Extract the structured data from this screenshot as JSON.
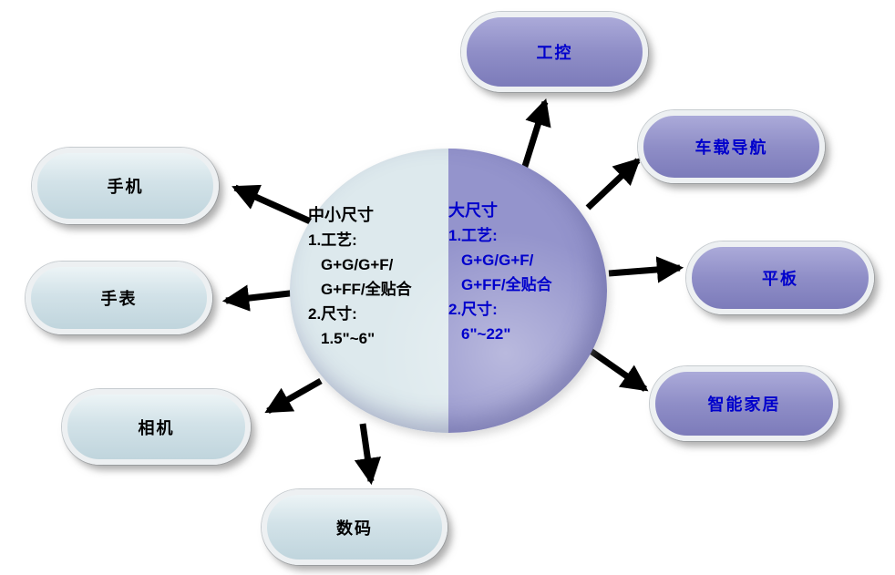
{
  "diagram": {
    "center": {
      "left": {
        "title": "中小尺寸",
        "lines": [
          "1.工艺:",
          "G+G/G+F/",
          "G+FF/全贴合",
          "2.尺寸:",
          "1.5\"~6\""
        ]
      },
      "right": {
        "title": "大尺寸",
        "lines": [
          "1.工艺:",
          "G+G/G+F/",
          "G+FF/全贴合",
          "2.尺寸:",
          "6\"~22\""
        ]
      }
    },
    "left_nodes": [
      {
        "label": "手机"
      },
      {
        "label": "手表"
      },
      {
        "label": "相机"
      },
      {
        "label": "数码"
      }
    ],
    "right_nodes": [
      {
        "label": "工控"
      },
      {
        "label": "车载导航"
      },
      {
        "label": "平板"
      },
      {
        "label": "智能家居"
      }
    ],
    "colors": {
      "left_half": "#dde9ed",
      "right_half": "#9494cc",
      "left_node_fill": "#d2e2e8",
      "right_node_fill": "#8f8ec7",
      "left_text": "#000000",
      "right_text": "#0000cc",
      "arrow": "#000000"
    }
  }
}
